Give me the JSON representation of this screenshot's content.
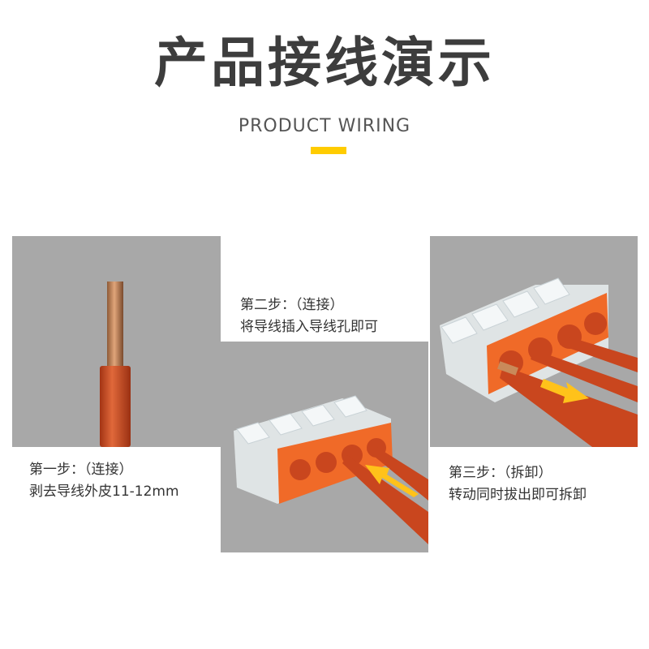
{
  "header": {
    "title": "产品接线演示",
    "subtitle": "PRODUCT WIRING",
    "accent_color": "#ffcc00"
  },
  "colors": {
    "panel_bg": "#a8a8a8",
    "connector_orange": "#f06a28",
    "wire_red": "#c9461e",
    "copper": "#c98a5a",
    "arrow_yellow": "#ffc21a"
  },
  "steps": [
    {
      "heading": "第一步：（连接）",
      "text": "剥去导线外皮11-12mm",
      "image_icon": "stripped-wire-icon"
    },
    {
      "heading": "第二步：（连接）",
      "text": "将导线插入导线孔即可",
      "image_icon": "insert-wire-icon"
    },
    {
      "heading": "第三步：（拆卸）",
      "text": "转动同时拔出即可拆卸",
      "image_icon": "remove-wire-icon"
    }
  ]
}
